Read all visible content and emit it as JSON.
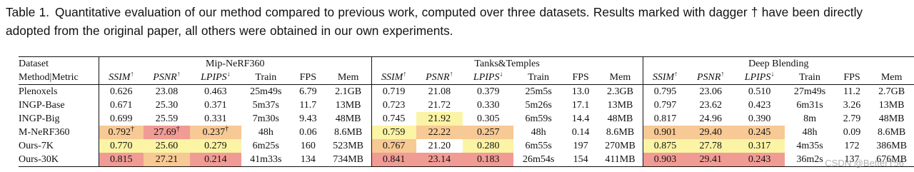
{
  "caption": {
    "label": "Table 1.",
    "text": "Quantitative evaluation of our method compared to previous work, computed over three datasets. Results marked with dagger † have been directly adopted from the original paper, all others were obtained in our own experiments."
  },
  "header": {
    "dataset_label": "Dataset",
    "method_label": "Method|Metric",
    "datasets": [
      "Mip-NeRF360",
      "Tanks&Temples",
      "Deep Blending"
    ],
    "metrics": [
      {
        "name": "SSIM",
        "arrow": "↑"
      },
      {
        "name": "PSNR",
        "arrow": "↑"
      },
      {
        "name": "LPIPS",
        "arrow": "↓"
      },
      {
        "name": "Train",
        "arrow": ""
      },
      {
        "name": "FPS",
        "arrow": ""
      },
      {
        "name": "Mem",
        "arrow": ""
      }
    ]
  },
  "colors": {
    "best": "#f19b95",
    "second": "#f7c994",
    "third": "#fbf4a5"
  },
  "rows": [
    {
      "method": "Plenoxels",
      "cells": [
        {
          "v": "0.626"
        },
        {
          "v": "23.08"
        },
        {
          "v": "0.463"
        },
        {
          "v": "25m49s"
        },
        {
          "v": "6.79"
        },
        {
          "v": "2.1GB"
        },
        {
          "v": "0.719"
        },
        {
          "v": "21.08"
        },
        {
          "v": "0.379"
        },
        {
          "v": "25m5s"
        },
        {
          "v": "13.0"
        },
        {
          "v": "2.3GB"
        },
        {
          "v": "0.795"
        },
        {
          "v": "23.06"
        },
        {
          "v": "0.510"
        },
        {
          "v": "27m49s"
        },
        {
          "v": "11.2"
        },
        {
          "v": "2.7GB"
        }
      ]
    },
    {
      "method": "INGP-Base",
      "cells": [
        {
          "v": "0.671"
        },
        {
          "v": "25.30"
        },
        {
          "v": "0.371"
        },
        {
          "v": "5m37s"
        },
        {
          "v": "11.7"
        },
        {
          "v": "13MB"
        },
        {
          "v": "0.723"
        },
        {
          "v": "21.72"
        },
        {
          "v": "0.330"
        },
        {
          "v": "5m26s"
        },
        {
          "v": "17.1"
        },
        {
          "v": "13MB"
        },
        {
          "v": "0.797"
        },
        {
          "v": "23.62"
        },
        {
          "v": "0.423"
        },
        {
          "v": "6m31s"
        },
        {
          "v": "3.26"
        },
        {
          "v": "13MB"
        }
      ]
    },
    {
      "method": "INGP-Big",
      "cells": [
        {
          "v": "0.699"
        },
        {
          "v": "25.59"
        },
        {
          "v": "0.331"
        },
        {
          "v": "7m30s"
        },
        {
          "v": "9.43"
        },
        {
          "v": "48MB"
        },
        {
          "v": "0.745"
        },
        {
          "v": "21.92",
          "h": "th"
        },
        {
          "v": "0.305"
        },
        {
          "v": "6m59s"
        },
        {
          "v": "14.4"
        },
        {
          "v": "48MB"
        },
        {
          "v": "0.817"
        },
        {
          "v": "24.96"
        },
        {
          "v": "0.390"
        },
        {
          "v": "8m"
        },
        {
          "v": "2.79"
        },
        {
          "v": "48MB"
        }
      ]
    },
    {
      "method": "M-NeRF360",
      "cells": [
        {
          "v": "0.792",
          "d": "†",
          "h": "sb"
        },
        {
          "v": "27.69",
          "d": "†",
          "h": "gt"
        },
        {
          "v": "0.237",
          "d": "†",
          "h": "sb"
        },
        {
          "v": "48h"
        },
        {
          "v": "0.06"
        },
        {
          "v": "8.6MB"
        },
        {
          "v": "0.759",
          "h": "th"
        },
        {
          "v": "22.22",
          "h": "sb"
        },
        {
          "v": "0.257",
          "h": "sb"
        },
        {
          "v": "48h"
        },
        {
          "v": "0.14"
        },
        {
          "v": "8.6MB"
        },
        {
          "v": "0.901",
          "h": "sb"
        },
        {
          "v": "29.40",
          "h": "sb"
        },
        {
          "v": "0.245",
          "h": "sb"
        },
        {
          "v": "48h"
        },
        {
          "v": "0.09"
        },
        {
          "v": "8.6MB"
        }
      ]
    },
    {
      "method": "Ours-7K",
      "cells": [
        {
          "v": "0.770",
          "h": "th"
        },
        {
          "v": "25.60",
          "h": "th"
        },
        {
          "v": "0.279",
          "h": "th"
        },
        {
          "v": "6m25s"
        },
        {
          "v": "160"
        },
        {
          "v": "523MB"
        },
        {
          "v": "0.767",
          "h": "sb"
        },
        {
          "v": "21.20"
        },
        {
          "v": "0.280",
          "h": "th"
        },
        {
          "v": "6m55s"
        },
        {
          "v": "197"
        },
        {
          "v": "270MB"
        },
        {
          "v": "0.875",
          "h": "th"
        },
        {
          "v": "27.78",
          "h": "th"
        },
        {
          "v": "0.317",
          "h": "th"
        },
        {
          "v": "4m35s"
        },
        {
          "v": "172"
        },
        {
          "v": "386MB"
        }
      ]
    },
    {
      "method": "Ours-30K",
      "cells": [
        {
          "v": "0.815",
          "h": "gt"
        },
        {
          "v": "27.21",
          "h": "sb"
        },
        {
          "v": "0.214",
          "h": "gt"
        },
        {
          "v": "41m33s"
        },
        {
          "v": "134"
        },
        {
          "v": "734MB"
        },
        {
          "v": "0.841",
          "h": "gt"
        },
        {
          "v": "23.14",
          "h": "gt"
        },
        {
          "v": "0.183",
          "h": "gt"
        },
        {
          "v": "26m54s"
        },
        {
          "v": "154"
        },
        {
          "v": "411MB"
        },
        {
          "v": "0.903",
          "h": "gt"
        },
        {
          "v": "29.41",
          "h": "gt"
        },
        {
          "v": "0.243",
          "h": "gt"
        },
        {
          "v": "36m2s"
        },
        {
          "v": "137"
        },
        {
          "v": "676MB"
        }
      ]
    }
  ],
  "watermark": "CSDN @BetterT56"
}
